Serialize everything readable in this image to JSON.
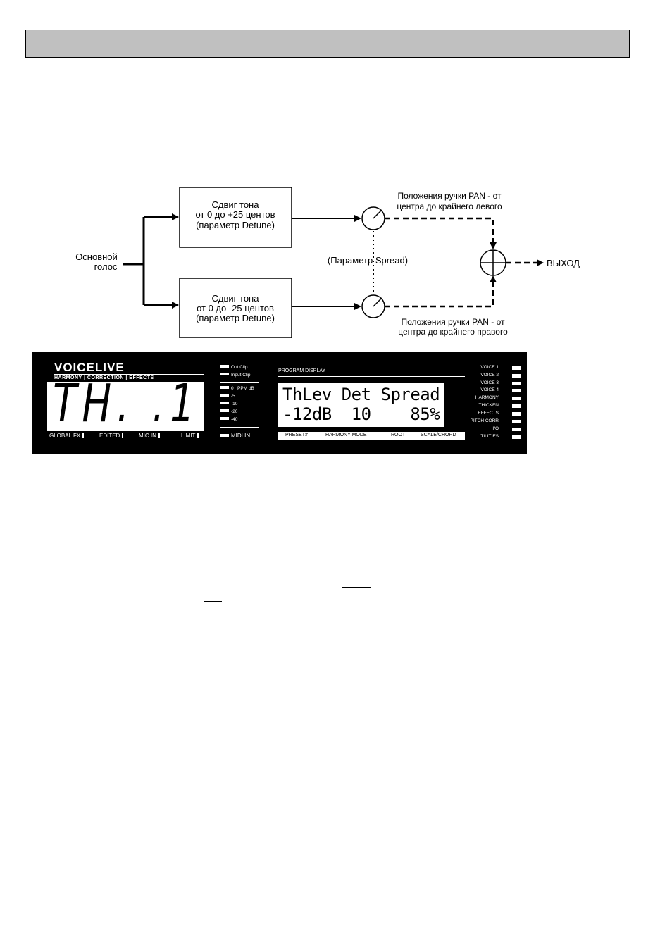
{
  "diagram": {
    "input_line1": "Основной",
    "input_line2": "голос",
    "box_top": [
      "Сдвиг тона",
      "от 0 до +25 центов",
      "(параметр Detune)"
    ],
    "box_bottom": [
      "Сдвиг тона",
      "от 0 до -25 центов",
      "(параметр Detune)"
    ],
    "pan_top": [
      "Положения ручки PAN - от",
      "центра до крайнего левого"
    ],
    "pan_bottom": [
      "Положения ручки PAN - от",
      "центра до крайнего правого"
    ],
    "spread_label": "(Параметр Spread)",
    "output_label": "ВЫХОД"
  },
  "panel": {
    "brand": "VOICELIVE",
    "brand_sub": "HARMONY | CORRECTION | EFFECTS",
    "segment_text": "TH. .1",
    "bottom_labels": [
      "GLOBAL FX",
      "EDITED",
      "MIC IN",
      "LIMIT"
    ],
    "clip_leds": [
      "Out Clip",
      "Input Clip"
    ],
    "meter_leds": [
      "0",
      "-5",
      "-10",
      "-20",
      "-40"
    ],
    "meter_unit": "PPM dB",
    "midi_label": "MIDI IN",
    "program_title": "PROGRAM DISPLAY",
    "lcd_line1": "ThLev Det Spread",
    "lcd_line2": "-12dB  10    85%",
    "lcd_labels": [
      "PRESET#",
      "HARMONY MODE",
      "ROOT",
      "SCALE/CHORD"
    ],
    "right_leds": [
      "VOICE 1",
      "VOICE 2",
      "VOICE 3",
      "VOICE 4",
      "HARMONY",
      "THICKEN",
      "EFFECTS",
      "PITCH CORR",
      "I/O",
      "UTILITIES"
    ]
  }
}
